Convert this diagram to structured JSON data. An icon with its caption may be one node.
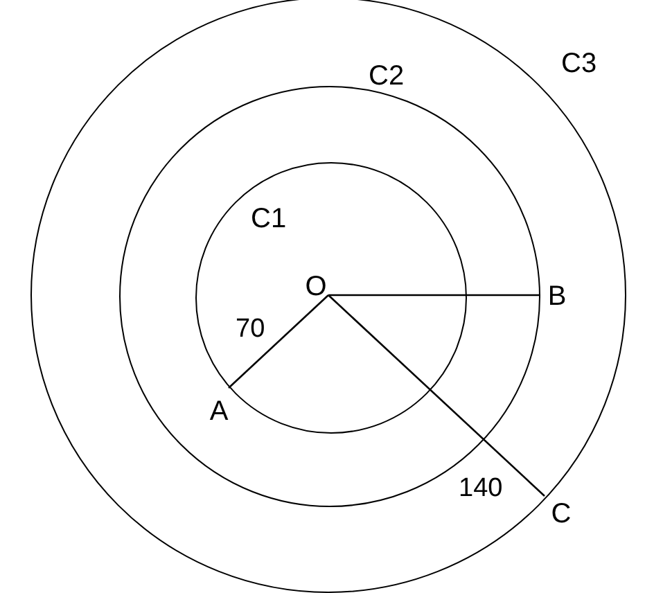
{
  "diagram": {
    "nodes": [
      {
        "text": [
          "C3"
        ]
      },
      {
        "text": [
          "C2"
        ],
        "in": 0
      },
      {
        "text": [
          "C1"
        ],
        "in": 1
      },
      {
        "text": [
          "O"
        ],
        "in": 2
      },
      {
        "text": [
          "A"
        ],
        "in": 2
      },
      {
        "text": [
          "B"
        ],
        "in": 0
      },
      {
        "text": [
          "C"
        ],
        "in": 0
      }
    ],
    "edges": [
      {
        "from": 3,
        "to": 4,
        "arrow": "none",
        "label": "70"
      },
      {
        "from": 3,
        "to": 5,
        "arrow": "none"
      },
      {
        "from": 3,
        "to": 6,
        "arrow": "none",
        "label": "140"
      }
    ]
  }
}
